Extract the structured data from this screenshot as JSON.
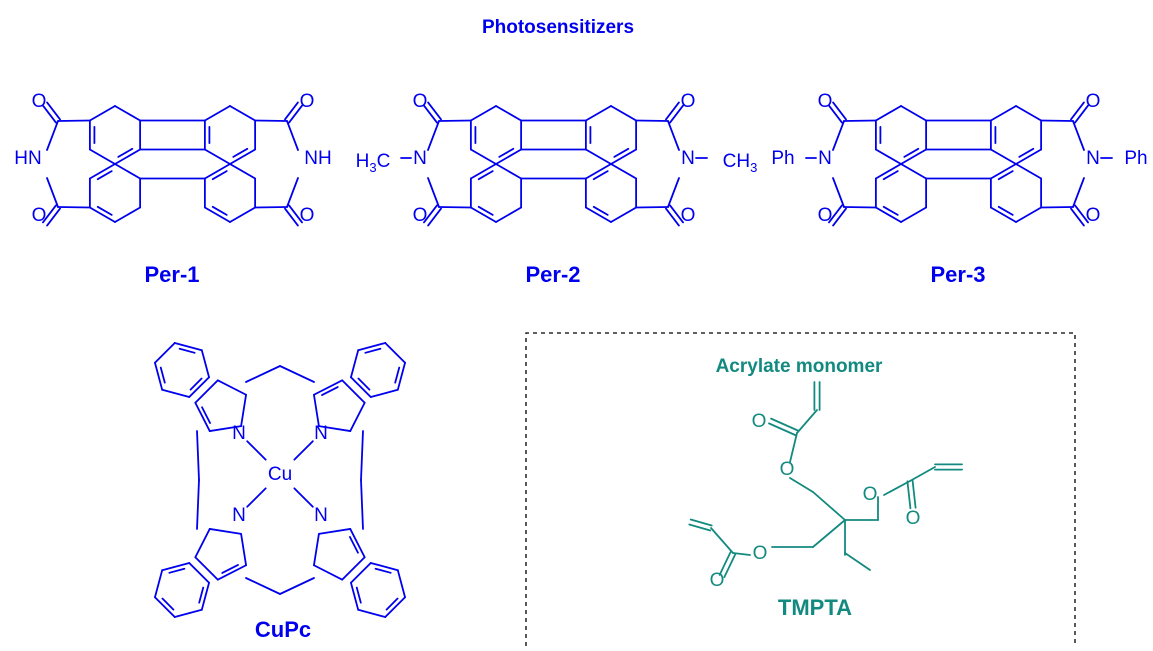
{
  "title": "Photosensitizers",
  "colors": {
    "photosensitizer": "#0000ee",
    "monomer": "#138a80",
    "frame": "#000000",
    "background": "#ffffff"
  },
  "compounds": {
    "per1": {
      "label": "Per-1",
      "atoms": {
        "o_tl": "O",
        "o_bl": "O",
        "o_tr": "O",
        "o_br": "O",
        "n_left": "HN",
        "n_right": "NH"
      }
    },
    "per2": {
      "label": "Per-2",
      "atoms": {
        "o_tl": "O",
        "o_bl": "O",
        "o_tr": "O",
        "o_br": "O",
        "n_left": "N",
        "n_right": "N",
        "sub_left": "H3C",
        "sub_right": "CH3"
      }
    },
    "per3": {
      "label": "Per-3",
      "atoms": {
        "o_tl": "O",
        "o_bl": "O",
        "o_tr": "O",
        "o_br": "O",
        "n_left": "N",
        "n_right": "N",
        "sub_left": "Ph",
        "sub_right": "Ph"
      }
    },
    "cupc": {
      "label": "CuPc",
      "atoms": {
        "metal": "Cu",
        "n1": "N",
        "n2": "N",
        "n3": "N",
        "n4": "N"
      }
    },
    "tmpta": {
      "label": "TMPTA",
      "header": "Acrylate monomer",
      "atoms": {
        "o1": "O",
        "o2": "O",
        "o3": "O",
        "o4": "O",
        "o5": "O",
        "o6": "O"
      }
    }
  }
}
